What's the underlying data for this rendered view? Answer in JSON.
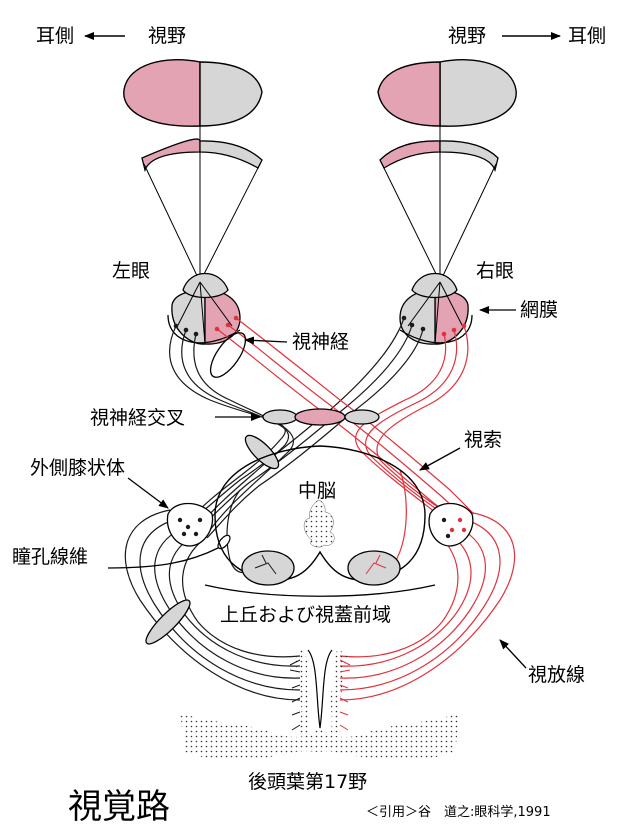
{
  "labels": {
    "ear_side_left": "耳側",
    "visual_field_left": "視野",
    "visual_field_right": "視野",
    "ear_side_right": "耳側",
    "left_eye": "左眼",
    "right_eye": "右眼",
    "retina": "網膜",
    "optic_nerve": "視神経",
    "optic_chiasm": "視神経交叉",
    "optic_tract": "視索",
    "lgn": "外側膝状体",
    "midbrain": "中脳",
    "pupil_fibers": "瞳孔線維",
    "superior_colliculus": "上丘および視蓋前域",
    "optic_radiation": "視放線",
    "occipital_area17": "後頭葉第17野"
  },
  "title": "視覚路",
  "citation": "＜引用＞谷　道之:眼科学,1991",
  "colors": {
    "pink": "#e3a3b3",
    "gray": "#d6d6d6",
    "red": "#e0323c",
    "black": "#1a1a1a"
  }
}
